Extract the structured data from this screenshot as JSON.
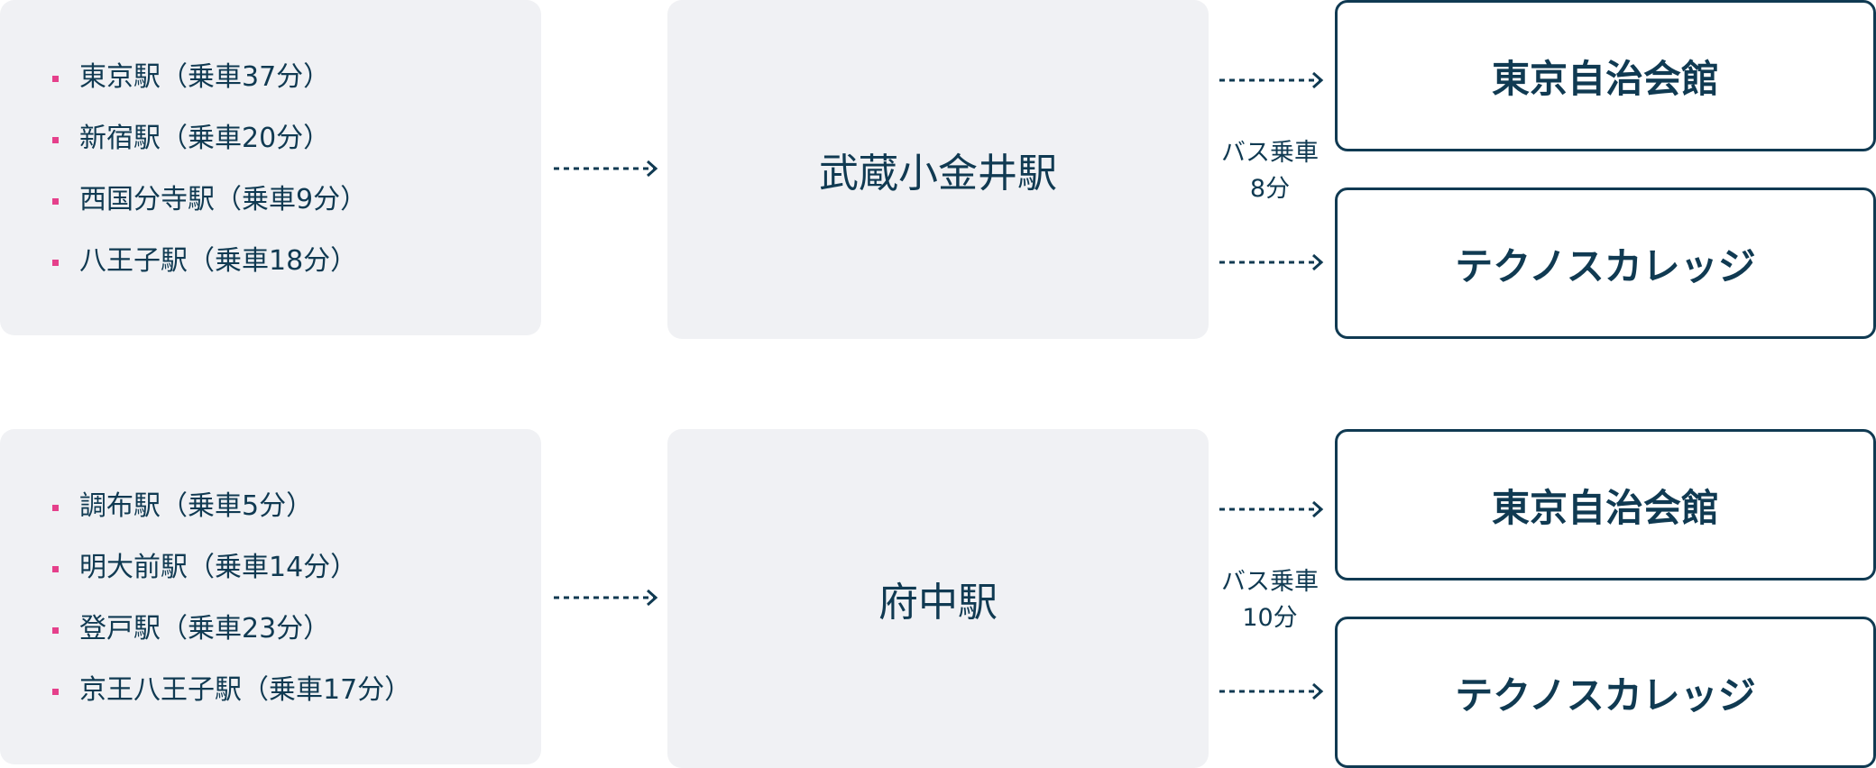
{
  "routes": [
    {
      "stations": [
        {
          "label": "東京駅（乗車37分）"
        },
        {
          "label": "新宿駅（乗車20分）"
        },
        {
          "label": "西国分寺駅（乗車9分）"
        },
        {
          "label": "八王子駅（乗車18分）"
        }
      ],
      "hub": "武蔵小金井駅",
      "bus_label": "バス乗車",
      "bus_time": "8分",
      "destinations": [
        "東京自治会館",
        "テクノスカレッジ"
      ]
    },
    {
      "stations": [
        {
          "label": "調布駅（乗車5分）"
        },
        {
          "label": "明大前駅（乗車14分）"
        },
        {
          "label": "登戸駅（乗車23分）"
        },
        {
          "label": "京王八王子駅（乗車17分）"
        }
      ],
      "hub": "府中駅",
      "bus_label": "バス乗車",
      "bus_time": "10分",
      "destinations": [
        "東京自治会館",
        "テクノスカレッジ"
      ]
    }
  ],
  "colors": {
    "primary": "#103a52",
    "panel": "#f0f1f4",
    "bullet": "#e5408b"
  }
}
